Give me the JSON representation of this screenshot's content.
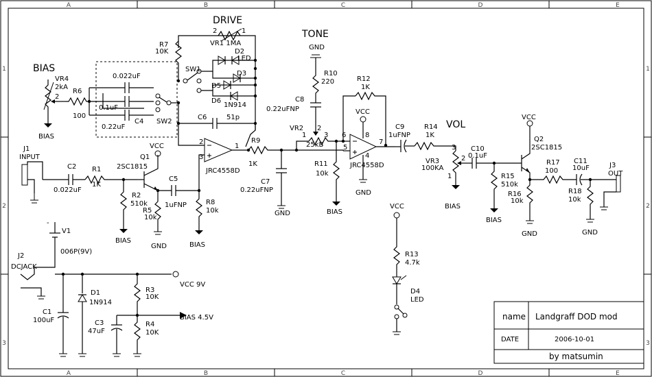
{
  "border": {
    "cols": [
      "A",
      "B",
      "C",
      "D",
      "E"
    ],
    "rows": [
      "1",
      "2",
      "3"
    ]
  },
  "titles": {
    "drive": "DRIVE",
    "tone": "TONE",
    "bias": "BIAS",
    "vol": "VOL"
  },
  "components": {
    "vr1_pins": [
      "2",
      "1"
    ],
    "vr1": "VR1 1MA",
    "r7": "R7",
    "r7v": "10K",
    "d2": "D2",
    "d2v": "LED",
    "sw1": "SW1",
    "d3": "D3",
    "d5": "D5",
    "d6": "D6",
    "d6v": "1N914",
    "vr4": "VR4",
    "vr4v": "2kA",
    "vr4_pin": "2",
    "r6": "R6",
    "r6v": "100",
    "c_a": "0.022uF",
    "c_b": "0.1uF",
    "c_c": "0.22uF",
    "c4": "C4",
    "sw2": "SW2",
    "bias_gnd1": "BIAS",
    "c6": "C6",
    "c6v": "51p",
    "q1": "Q1",
    "q1v": "2SC1815",
    "vcc_q1": "VCC",
    "j1": "J1",
    "j1v": "INPUT",
    "c2": "C2",
    "c2v": "0.022uF",
    "r1": "R1",
    "r1v": "1K",
    "c5": "C5",
    "c5v": "1uFNP",
    "r2": "R2",
    "r2v": "510k",
    "r5": "R5",
    "r5v": "10k",
    "bias_r2": "BIAS",
    "gnd_r5": "GND",
    "r8": "R8",
    "r8v": "10k",
    "bias_r8": "BIAS",
    "u1": "JRC4558D",
    "u1_pins": [
      "2",
      "3",
      "1"
    ],
    "r9": "R9",
    "r9v": "1K",
    "c7": "C7",
    "c7v": "0.22uFNP",
    "gnd_c7": "GND",
    "gnd_tone": "GND",
    "r10": "R10",
    "r10v": "220",
    "c8": "C8",
    "c8v": "0.22uFNP",
    "vr2": "VR2",
    "vr2v": "25kB",
    "vr2_pins": [
      "1",
      "2",
      "3"
    ],
    "r11": "R11",
    "r11v": "10k",
    "bias_r11": "BIAS",
    "r12": "R12",
    "r12v": "1K",
    "vcc_u2": "VCC",
    "u2": "JRC4558D",
    "u2_pins": [
      "6",
      "8",
      "5",
      "7",
      "4"
    ],
    "gnd_u2": "GND",
    "c9": "C9",
    "c9v": "1uFNP",
    "r14": "R14",
    "r14v": "1K",
    "vr3": "VR3",
    "vr3v": "100KA",
    "vr3_pins": [
      "3",
      "2",
      "1"
    ],
    "bias_vr3": "BIAS",
    "c10": "C10",
    "c10v": "0.1uF",
    "r15": "R15",
    "r15v": "510k",
    "bias_r15": "BIAS",
    "vcc_q2": "VCC",
    "q2": "Q2",
    "q2v": "2SC1815",
    "r16": "R16",
    "r16v": "10k",
    "gnd_r16": "GND",
    "r17": "R17",
    "r17v": "100",
    "c11": "C11",
    "c11v": "10uF",
    "r18": "R18",
    "r18v": "10k",
    "gnd_r18": "GND",
    "j3": "J3",
    "j3v": "OUT",
    "v1": "V1",
    "v1v": "006P(9V)",
    "v1_minus": "-",
    "j2": "J2",
    "j2v": "DCJACK",
    "c1": "C1",
    "c1v": "100uF",
    "d1": "D1",
    "d1v": "1N914",
    "r3": "R3",
    "r3v": "10K",
    "c3": "C3",
    "c3v": "47uF",
    "r4": "R4",
    "r4v": "10K",
    "vcc9": "VCC 9V",
    "bias45": "BIAS 4.5V",
    "vcc_led": "VCC",
    "r13": "R13",
    "r13v": "4.7k",
    "d4": "D4",
    "d4v": "LED"
  },
  "title_block": {
    "name_label": "name",
    "name_value": "Landgraff DOD mod",
    "date_label": "DATE",
    "date_value": "2006-10-01",
    "author": "by matsumin"
  }
}
